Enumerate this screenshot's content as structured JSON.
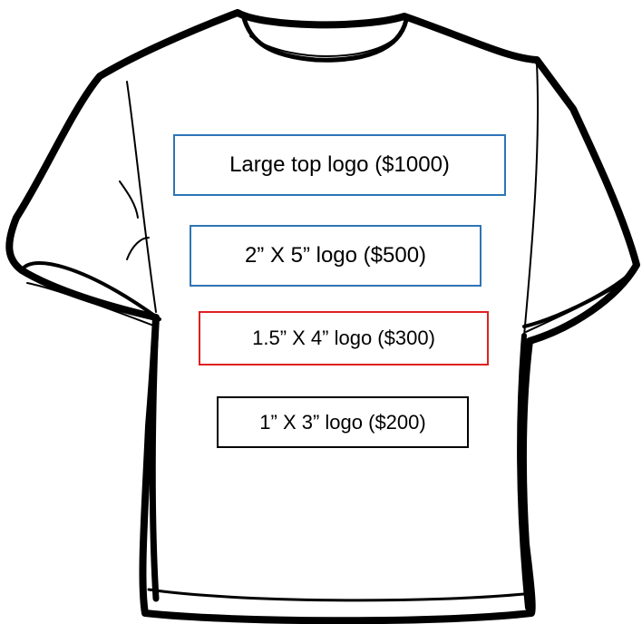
{
  "logo_options": [
    {
      "id": "large-top",
      "label": "Large top logo ($1000)",
      "border_color": "#2e75b6"
    },
    {
      "id": "2x5",
      "label": "2” X 5” logo ($500)",
      "border_color": "#2e75b6"
    },
    {
      "id": "1.5x4",
      "label": "1.5” X 4” logo ($300)",
      "border_color": "#e02020"
    },
    {
      "id": "1x3",
      "label": "1” X 3” logo ($200)",
      "border_color": "#000000"
    }
  ],
  "icons": {
    "shirt": "t-shirt-outline-icon"
  }
}
